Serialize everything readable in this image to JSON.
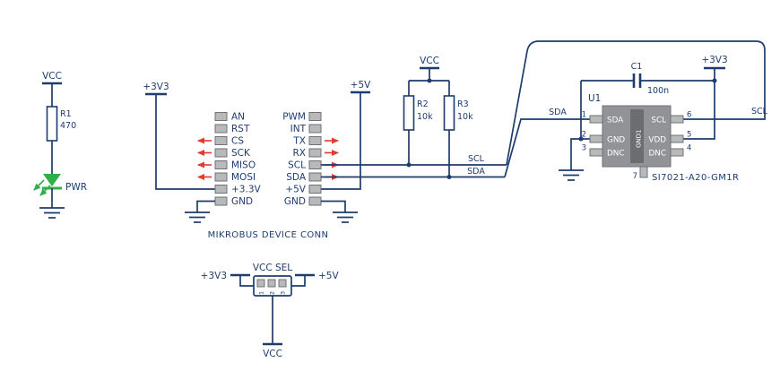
{
  "colors": {
    "line": "#1d3c6d",
    "arrow_red": "#e23a2e",
    "led_green": "#2fae4a",
    "chip_body_gray": "#919396",
    "chip_pad_gray": "#6b6d70",
    "pin_gray": "#b7b9bb",
    "background": "#ffffff"
  },
  "led": {
    "net": "VCC",
    "r_ref": "R1",
    "r_val": "470",
    "label": "PWR"
  },
  "mikrobus": {
    "rail_left": "+3V3",
    "rail_right": "+5V",
    "left_pins": [
      "AN",
      "RST",
      "CS",
      "SCK",
      "MISO",
      "MOSI",
      "+3.3V",
      "GND"
    ],
    "right_pins": [
      "PWM",
      "INT",
      "TX",
      "RX",
      "SCL",
      "SDA",
      "+5V",
      "GND"
    ],
    "caption": "MIKROBUS DEVICE CONN"
  },
  "pullups": {
    "net": "VCC",
    "r2_ref": "R2",
    "r2_val": "10k",
    "r3_ref": "R3",
    "r3_val": "10k"
  },
  "bus": {
    "scl": "SCL",
    "sda": "SDA"
  },
  "chip": {
    "ref": "U1",
    "part": "SI7021-A20-GM1R",
    "c_ref": "C1",
    "c_val": "100n",
    "rail": "+3V3",
    "sda": "SDA",
    "scl": "SCL",
    "left_pads": [
      "SDA",
      "GND",
      "DNC"
    ],
    "right_pads": [
      "SCL",
      "VDD",
      "DNC"
    ],
    "left_nums": [
      "1",
      "2",
      "3"
    ],
    "right_nums": [
      "6",
      "5",
      "4"
    ],
    "pad_num": "7",
    "pad_label": "GND1"
  },
  "vccsel": {
    "title": "VCC SEL",
    "left": "+3V3",
    "right": "+5V",
    "bottom": "VCC",
    "pins": [
      "1",
      "2",
      "3"
    ]
  }
}
